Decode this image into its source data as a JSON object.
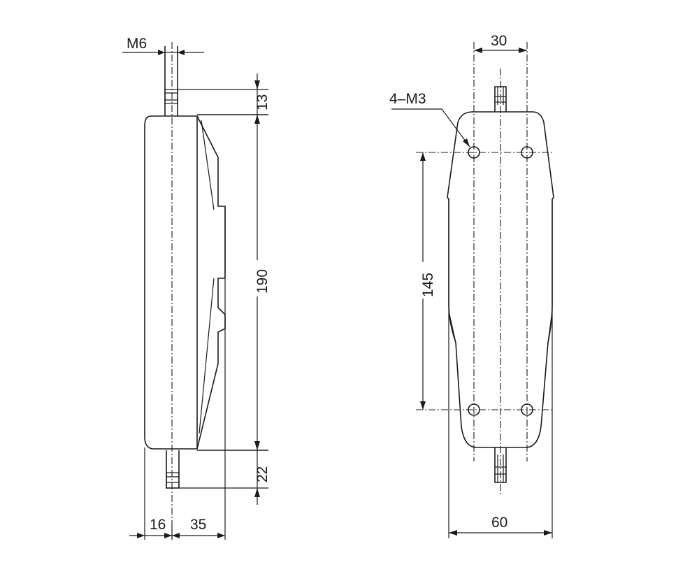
{
  "side_view": {
    "thread_label": "M6",
    "dim_top_stud": "13",
    "dim_body_height": "190",
    "dim_bottom_stud": "22",
    "dim_offset": "16",
    "dim_depth": "35"
  },
  "front_view": {
    "dim_hole_spacing_x": "30",
    "hole_label": "4–M3",
    "dim_hole_spacing_y": "145",
    "dim_width": "60"
  }
}
